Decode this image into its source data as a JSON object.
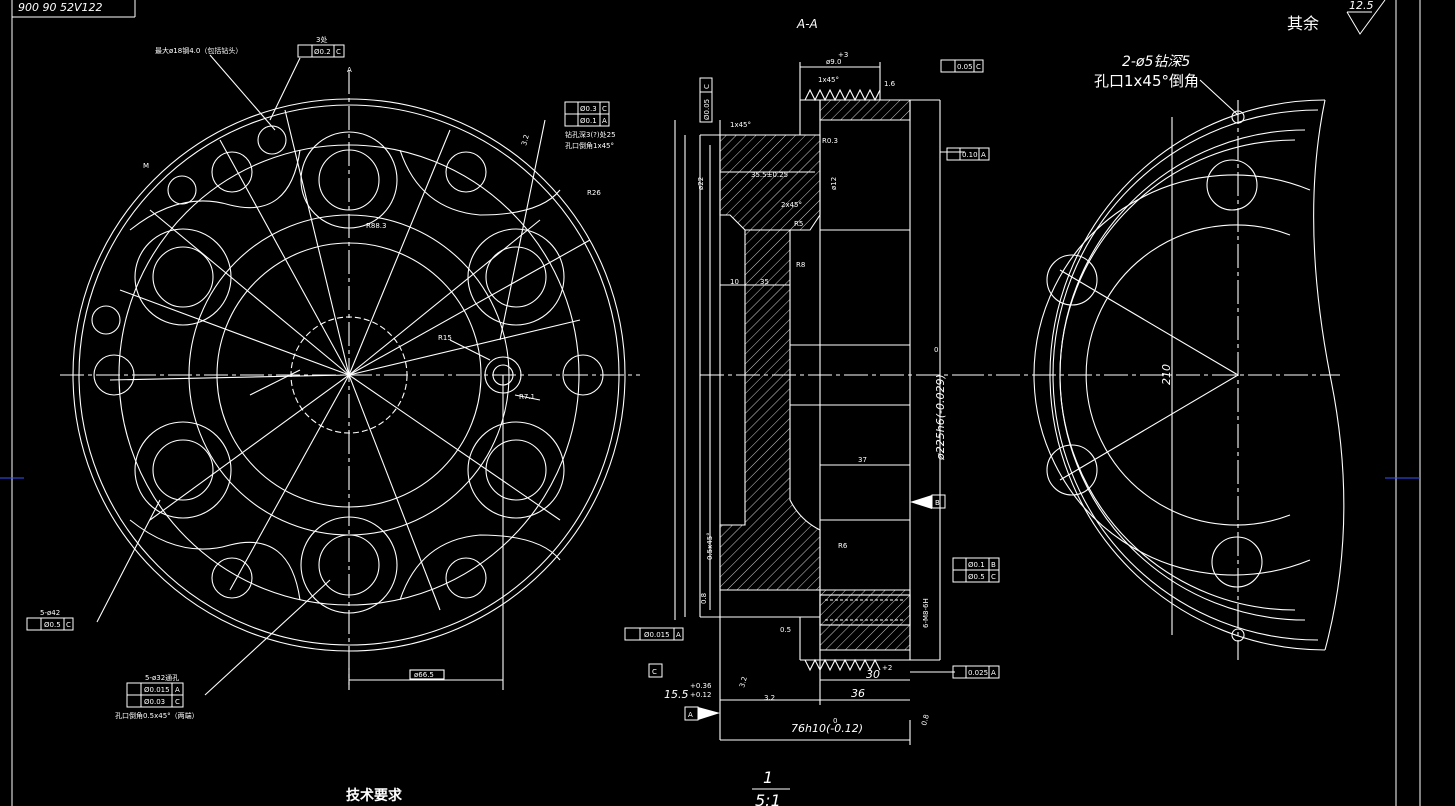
{
  "title_block": {
    "code": "900 90 52V122",
    "surface_other": "其余",
    "surface_roughness": "12.5"
  },
  "section_label": "A-A",
  "scale": {
    "numerator": "1",
    "denominator": "5:1"
  },
  "tech_requirements": "技术要求",
  "left_view": {
    "gdt_top": {
      "note": "3处",
      "value": "Ø0.2",
      "datum": "C"
    },
    "note_max_hole": "最大ø18钢4.0（包括钻头）",
    "gdt_right": {
      "value1": "Ø0.3",
      "datum1": "C",
      "value2": "Ø0.1",
      "datum2": "A"
    },
    "note_drill": "钻孔深3(?)处25",
    "note_chamfer_right": "孔口倒角1x45°",
    "gdt_5phi42": {
      "note": "5-ø42",
      "value": "Ø0.5",
      "datum": "C"
    },
    "gdt_bottom": {
      "note": "5-ø32通孔",
      "value1": "Ø0.015",
      "datum1": "A",
      "value2": "Ø0.03",
      "datum2": "C"
    },
    "note_chamfer_bottom": "孔口倒角0.5x45°（两端）",
    "dim_r26": "R26",
    "dim_r88": "R88.3",
    "dim_r15": "R15",
    "dim_r71": "R7.1",
    "dim_bottom": "ø66.5",
    "label_a": "A",
    "label_m": "M"
  },
  "section_view": {
    "dim_top_width": "ø9.0",
    "dim_top_tol": "+3",
    "dim_chamfer1": "1x45°",
    "dim_16": "1.6",
    "gdt_top": {
      "value": "0.05",
      "datum": "C"
    },
    "dim_chamfer2": "1x45°",
    "dim_chamfer3": "2x45°",
    "dim_35": "35.5±0.25",
    "dim_r03": "R0.3",
    "dim_22": "ø22",
    "dim_12": "ø12",
    "dim_r5": "R5",
    "dim_r8": "R8",
    "dim_10": "10",
    "dim_35b": "35",
    "dim_diameter": "ø225h6(-0.029)",
    "dim_225_tol": "0",
    "dim_37": "37",
    "dim_r6": "R6",
    "dim_chamfer_05": "0.5x45°",
    "dim_08": "0.8",
    "gdt_right_top": {
      "value": "0.10",
      "datum": "A"
    },
    "gdt_right_mid": {
      "value1": "Ø0.1",
      "datum1": "B",
      "value2": "Ø0.5",
      "datum2": "C"
    },
    "gdt_right_bottom": {
      "value": "0.025",
      "datum": "A"
    },
    "datum_b": "B",
    "datum_a": "A",
    "datum_c": "C",
    "gdt_left_bottom": {
      "value": "Ø0.015",
      "datum": "A"
    },
    "gdt_left_top": {
      "value": "Ø0.05",
      "datum": "C"
    },
    "dim_155": "15.5",
    "dim_155_tol_up": "+0.36",
    "dim_155_tol_dn": "+0.12",
    "dim_36": "36",
    "dim_30": "30",
    "dim_30_tol": "+2",
    "dim_76": "76h10(-0.12)",
    "dim_76_tol": "0",
    "dim_32": "3.2",
    "dim_32b": "3.2",
    "dim_32c": "3.2",
    "dim_thread": "6-M8-6H",
    "dim_05": "0.5",
    "dim_05b": "0.8"
  },
  "right_view": {
    "note_drill": "2-ø5钻深5",
    "note_chamfer": "孔口1x45°倒角",
    "dim_210": "210"
  }
}
